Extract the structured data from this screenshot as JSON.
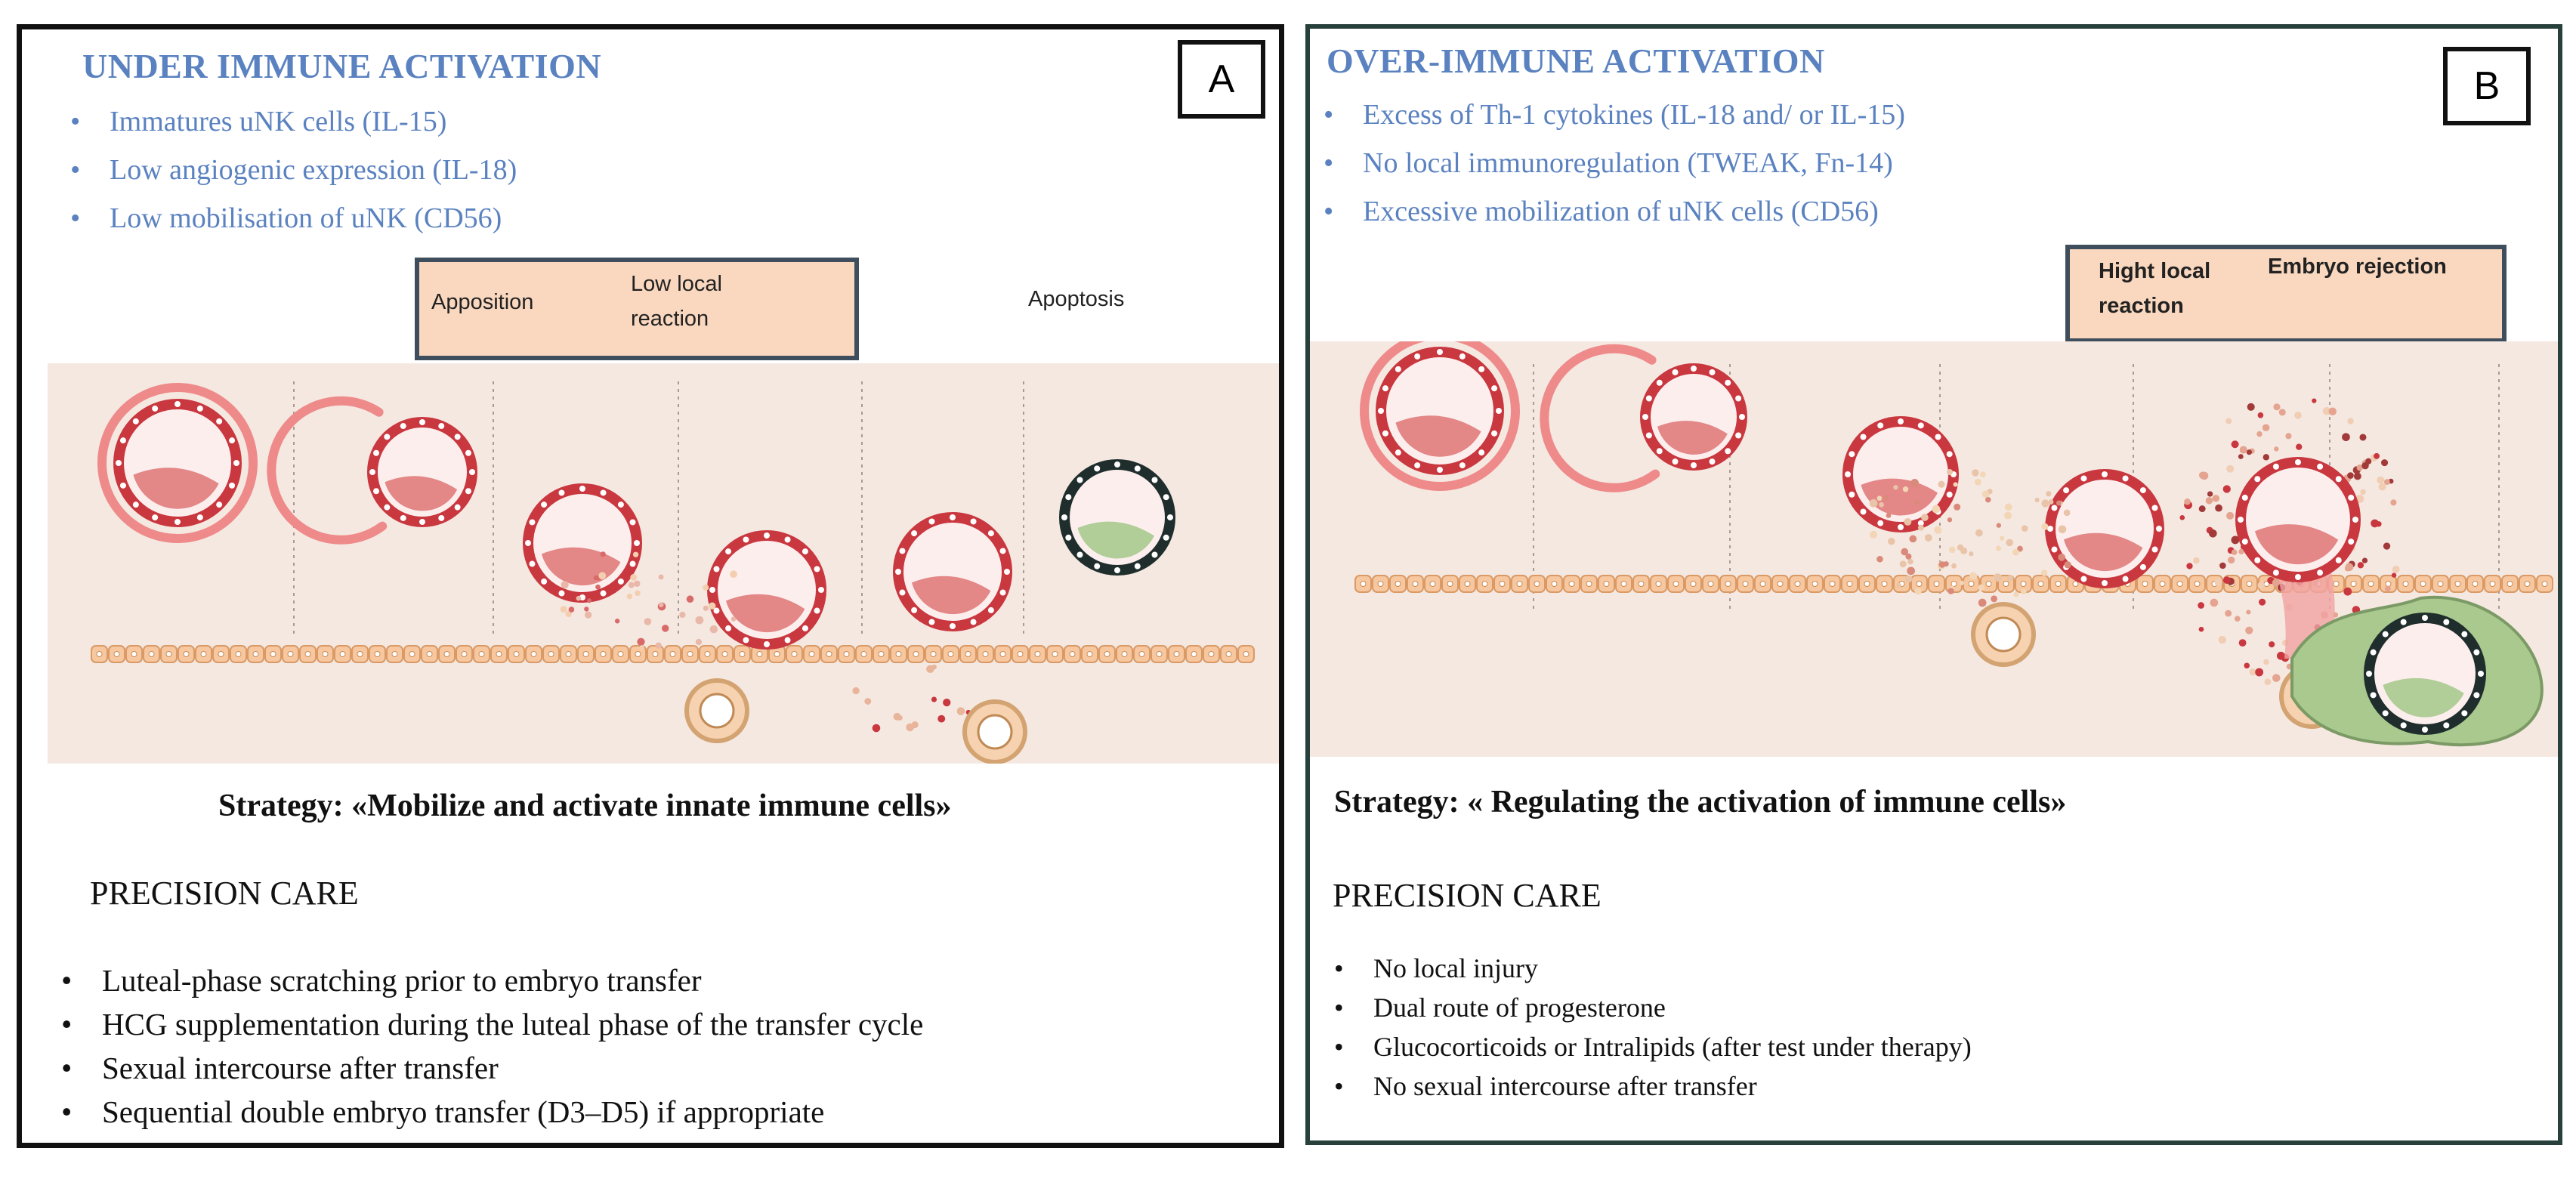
{
  "panel_a": {
    "letter": "A",
    "title": "UNDER IMMUNE ACTIVATION",
    "features": [
      "Immatures uNK cells (IL-15)",
      "Low angiogenic expression (IL-18)",
      "Low mobilisation of uNK (CD56)"
    ],
    "stages": {
      "apposition": "Apposition",
      "low_local_reaction": "Low local reaction",
      "apoptosis": "Apoptosis"
    },
    "strategy": "Strategy: «Mobilize and activate innate immune cells»",
    "care_heading": "PRECISION CARE",
    "care_items": [
      "Luteal-phase scratching prior to embryo transfer",
      "HCG supplementation during the luteal phase of the transfer cycle",
      "Sexual intercourse after transfer",
      "Sequential double embryo transfer (D3–D5) if appropriate"
    ]
  },
  "panel_b": {
    "letter": "B",
    "title": "OVER-IMMUNE ACTIVATION",
    "features": [
      "Excess of Th-1 cytokines (IL-18 and/ or IL-15)",
      "No local immunoregulation (TWEAK, Fn-14)",
      "Excessive mobilization of uNK cells (CD56)"
    ],
    "stages": {
      "high_local_reaction": "Hight local reaction",
      "embryo_rejection": "Embryo rejection"
    },
    "strategy": "Strategy: «  Regulating the activation of immune cells»",
    "care_heading": "PRECISION CARE",
    "care_items": [
      "No local injury",
      "Dual route of progesterone",
      "Glucocorticoids or Intralipids (after test under therapy)",
      "No sexual intercourse after transfer"
    ]
  },
  "colors": {
    "title_blue": "#5b82c0",
    "strip_bg": "#f5e8e1",
    "stage_box_fill": "#fad8bf",
    "embryo_red": "#c9373f",
    "ring_pink": "#ee8a8a",
    "rejection_green": "#a9c98e",
    "dead_embryo": "#1f2e2c"
  },
  "icons": {
    "embryo": "blastocyst-icon",
    "epithelium": "endometrial-epithelium",
    "unk_cell": "unk-cell-icon",
    "cytokine": "cytokine-dots"
  }
}
